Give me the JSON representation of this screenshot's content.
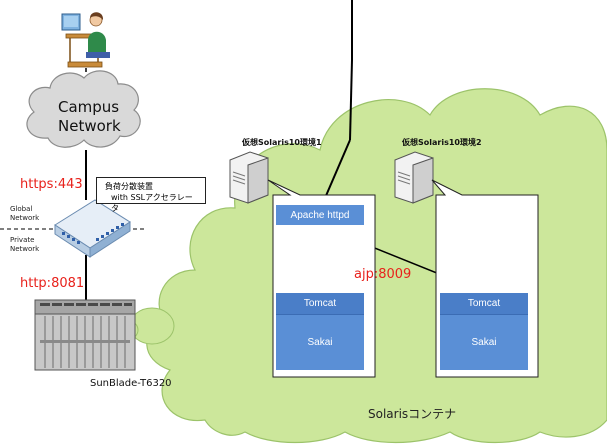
{
  "labels": {
    "campus_network_line1": "Campus",
    "campus_network_line2": "Network",
    "https_port": "https:443",
    "http_port": "http:8081",
    "ajp_port": "ajp:8009",
    "global_network_line1": "Global",
    "global_network_line2": "Network",
    "private_network_line1": "Private",
    "private_network_line2": "Network",
    "load_balancer_line1": "負荷分散装置",
    "load_balancer_line2": "with SSLアクセラレータ",
    "server_name": "SunBlade-T6320",
    "zone1_label": "仮想Solaris10環境1",
    "zone2_label": "仮想Solaris10環境2",
    "solaris_container": "Solarisコンテナ"
  },
  "zone1": {
    "apache": "Apache httpd",
    "tomcat": "Tomcat",
    "sakai": "Sakai"
  },
  "zone2": {
    "tomcat": "Tomcat",
    "sakai": "Sakai"
  },
  "colors": {
    "cloud_green": "#cce79b",
    "cloud_green_edge": "#9cc36a",
    "campus_cloud": "#d9d9d9",
    "blue_box": "#5a8fd6",
    "port_red": "#e8221c"
  }
}
